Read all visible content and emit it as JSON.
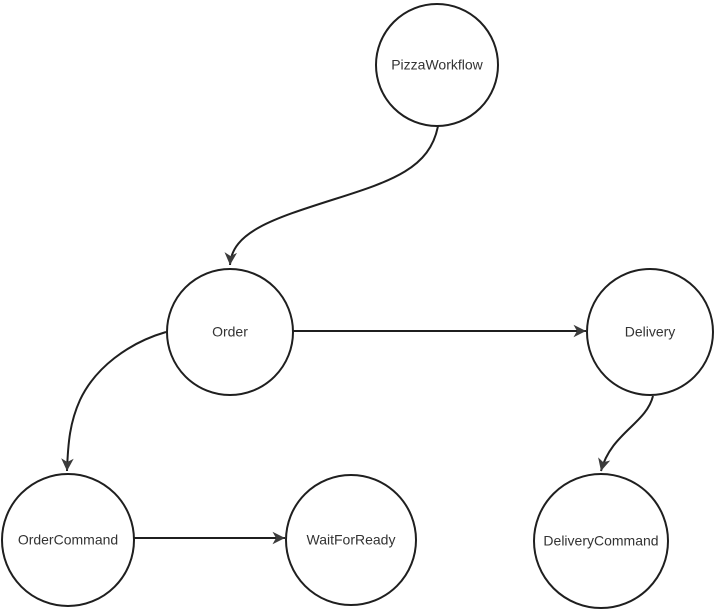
{
  "theme": {
    "background": "#ffffff",
    "line_color": "#1f1f1f",
    "arrow_color": "#3b3b3b",
    "text_color": "#333333",
    "node_fill": "#ffffff"
  },
  "diagram": {
    "type": "workflow-graph",
    "nodes": [
      {
        "id": "PizzaWorkflow",
        "label": "PizzaWorkflow"
      },
      {
        "id": "Order",
        "label": "Order"
      },
      {
        "id": "Delivery",
        "label": "Delivery"
      },
      {
        "id": "OrderCommand",
        "label": "OrderCommand"
      },
      {
        "id": "WaitForReady",
        "label": "WaitForReady"
      },
      {
        "id": "DeliveryCommand",
        "label": "DeliveryCommand"
      }
    ],
    "edges": [
      {
        "from": "PizzaWorkflow",
        "to": "Order"
      },
      {
        "from": "Order",
        "to": "Delivery"
      },
      {
        "from": "Order",
        "to": "OrderCommand"
      },
      {
        "from": "OrderCommand",
        "to": "WaitForReady"
      },
      {
        "from": "Delivery",
        "to": "DeliveryCommand"
      }
    ]
  }
}
